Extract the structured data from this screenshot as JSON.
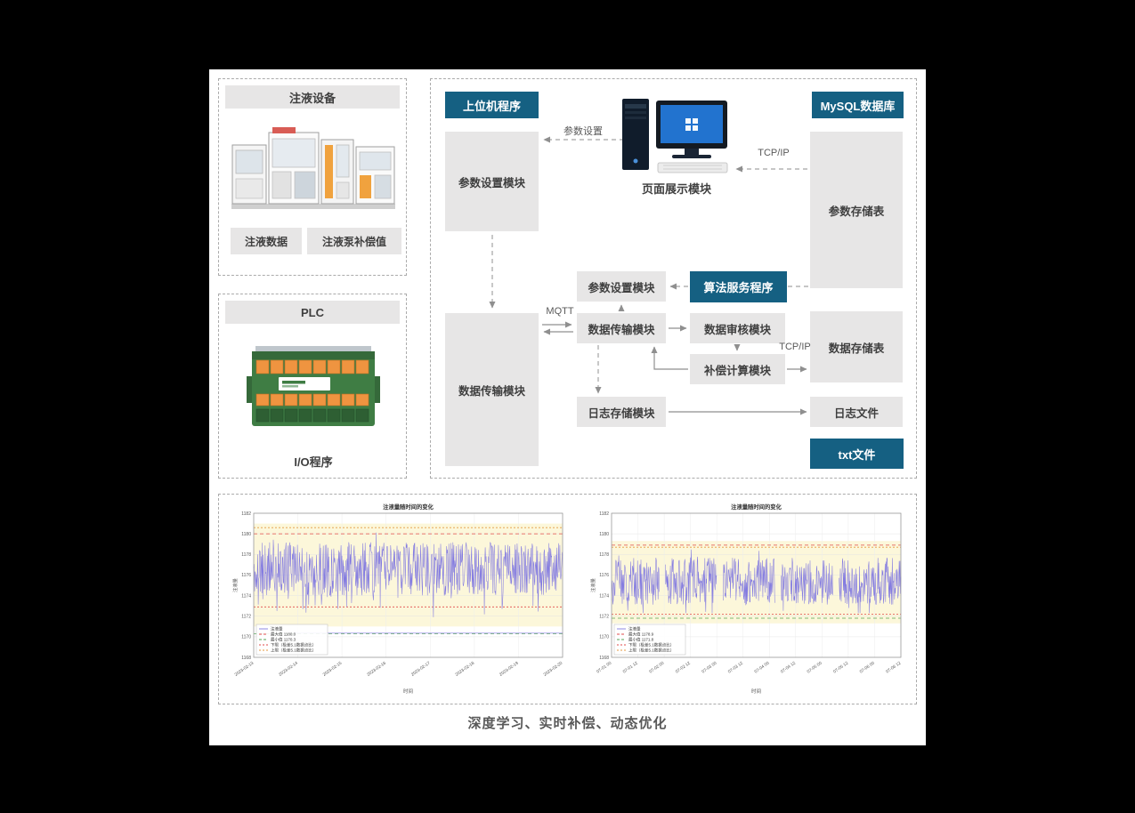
{
  "page": {
    "footer_caption": "深度学习、实时补偿、动态优化"
  },
  "left_panel": {
    "injection_box": {
      "title": "注液设备",
      "chips": [
        "注液数据",
        "注液泵补偿值"
      ]
    },
    "plc_box": {
      "title": "PLC",
      "caption": "I/O程序"
    }
  },
  "main_diagram": {
    "badges": {
      "host": "上位机程序",
      "mysql": "MySQL数据库",
      "algo": "算法服务程序",
      "txt": "txt文件"
    },
    "computer_caption": "页面展示模块",
    "modules": {
      "param_setting_host": "参数设置模块",
      "data_transfer_host": "数据传输模块",
      "param_setting_algo": "参数设置模块",
      "data_transfer_algo": "数据传输模块",
      "data_audit": "数据审核模块",
      "comp_calc": "补偿计算模块",
      "param_store": "参数存储表",
      "data_store": "数据存储表",
      "log_store": "日志存储模块",
      "log_file": "日志文件"
    },
    "labels": {
      "param_set": "参数设置",
      "tcpip_top": "TCP/IP",
      "mqtt": "MQTT",
      "tcpip_mid": "TCP/IP"
    }
  },
  "colors": {
    "badge_blue": "#156082",
    "module_gray": "#e7e6e6",
    "arrow_gray": "#8f8f8f",
    "dashed_border": "#ababab",
    "series_purple": "#837be0"
  },
  "chart_data": [
    {
      "type": "line",
      "title": "注液量随时间的变化",
      "xlabel": "时间",
      "ylabel": "注液量",
      "ylim": [
        1168,
        1182
      ],
      "yticks": [
        1168,
        1170,
        1172,
        1174,
        1176,
        1178,
        1180,
        1182
      ],
      "xticklabels": [
        "2023-02-13",
        "2023-02-14",
        "2023-02-15",
        "2023-02-16",
        "2023-02-17",
        "2023-02-18",
        "2023-02-19",
        "2023-02-20"
      ],
      "series_name": "注液量",
      "series_color": "#837be0",
      "band": [
        1171.0,
        1181.0
      ],
      "band_color": "#fcf7da",
      "max_value": 1180.0,
      "min_value": 1170.3,
      "upper_limit": 1180.6,
      "lower_limit": 1172.9,
      "grid": true,
      "legend_position": "lower left",
      "ref_lines": [
        {
          "name": "max",
          "value": 1180.0,
          "color": "#e04b4b",
          "dash": "4,3"
        },
        {
          "name": "min",
          "value": 1170.3,
          "color": "#57a557",
          "dash": "4,3"
        },
        {
          "name": "lower",
          "value": 1172.9,
          "color": "#e04b4b",
          "dash": "2,2"
        },
        {
          "name": "upper",
          "value": 1180.6,
          "color": "#e59a40",
          "dash": "2,2"
        }
      ],
      "legend": [
        {
          "label": "注液量",
          "color": "#837be0",
          "dash": ""
        },
        {
          "label": "最大值 1180.0",
          "color": "#e04b4b",
          "dash": "3,2"
        },
        {
          "label": "最小值 1170.3",
          "color": "#57a557",
          "dash": "3,2"
        },
        {
          "label": "下限（极差5.1数据点比）",
          "color": "#e04b4b",
          "dash": "2,2"
        },
        {
          "label": "上限（极差5.1数据点比）",
          "color": "#e59a40",
          "dash": "2,2"
        }
      ],
      "sim": {
        "seed": 11,
        "points": 680,
        "mean": 1176.6,
        "amp": 2.6,
        "spike_prob": 0.07,
        "spike_depth": 2.6,
        "floor": 1171.9,
        "ceil": 1180.3,
        "gaps": []
      },
      "baseline": {
        "value": 1170.35,
        "from": 0.13,
        "to": 1.0
      }
    },
    {
      "type": "line",
      "title": "注液量随时间的变化",
      "xlabel": "时间",
      "ylabel": "注液量",
      "ylim": [
        1168,
        1182
      ],
      "yticks": [
        1168,
        1170,
        1172,
        1174,
        1176,
        1178,
        1180,
        1182
      ],
      "xticklabels": [
        "07-01 00",
        "07-01 12",
        "07-02 00",
        "07-02 12",
        "07-03 00",
        "07-03 12",
        "07-04 00",
        "07-04 12",
        "07-05 00",
        "07-05 12",
        "07-06 00",
        "07-06 12"
      ],
      "series_name": "注液量",
      "series_color": "#837be0",
      "band": [
        1171.3,
        1179.3
      ],
      "band_color": "#fcf7da",
      "max_value": 1178.9,
      "min_value": 1171.8,
      "upper_limit": 1178.7,
      "lower_limit": 1172.2,
      "grid": true,
      "legend_position": "lower left",
      "ref_lines": [
        {
          "name": "max",
          "value": 1178.9,
          "color": "#e04b4b",
          "dash": "4,3"
        },
        {
          "name": "min",
          "value": 1171.8,
          "color": "#57a557",
          "dash": "4,3"
        },
        {
          "name": "lower",
          "value": 1172.2,
          "color": "#e04b4b",
          "dash": "2,2"
        },
        {
          "name": "upper",
          "value": 1178.7,
          "color": "#e59a40",
          "dash": "2,2"
        }
      ],
      "legend": [
        {
          "label": "注液量",
          "color": "#837be0",
          "dash": ""
        },
        {
          "label": "最大值 1178.9",
          "color": "#e04b4b",
          "dash": "3,2"
        },
        {
          "label": "最小值 1171.8",
          "color": "#57a557",
          "dash": "3,2"
        },
        {
          "label": "下限（极差5.1数据点比）",
          "color": "#e04b4b",
          "dash": "2,2"
        },
        {
          "label": "上限（极差5.1数据点比）",
          "color": "#e59a40",
          "dash": "2,2"
        }
      ],
      "sim": {
        "seed": 23,
        "points": 680,
        "mean": 1175.4,
        "amp": 2.3,
        "spike_prob": 0.05,
        "spike_depth": 2.0,
        "floor": 1172.3,
        "ceil": 1178.6,
        "gaps": [
          [
            0.165,
            0.185
          ],
          [
            0.365,
            0.385
          ],
          [
            0.565,
            0.585
          ],
          [
            0.765,
            0.785
          ]
        ]
      },
      "baseline": null
    }
  ]
}
